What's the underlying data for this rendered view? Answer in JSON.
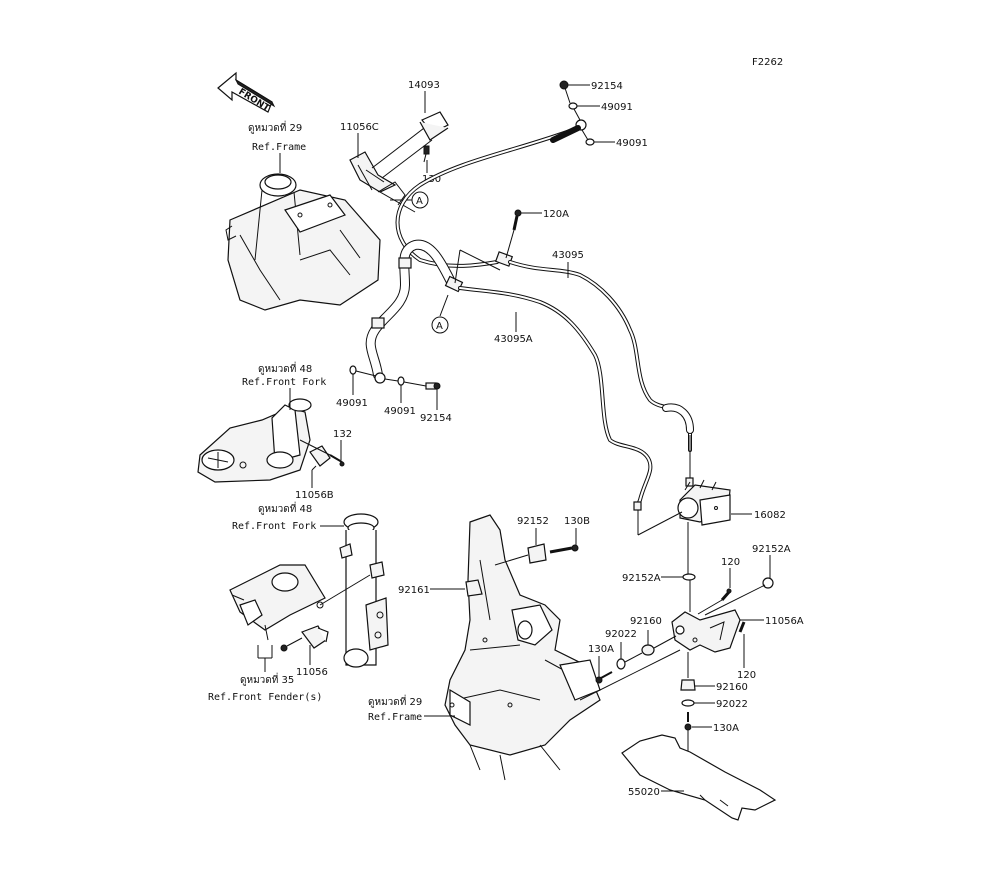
{
  "diagram": {
    "figure_code": "F2262",
    "front_arrow_label": "FRONT",
    "callout_marker": "A",
    "part_labels": {
      "p14093": "14093",
      "p11056C": "11056C",
      "p130_top": "130",
      "p92154_top": "92154",
      "p49091_a": "49091",
      "p49091_b": "49091",
      "p120A": "120A",
      "p43095": "43095",
      "p43095A": "43095A",
      "p49091_c": "49091",
      "p49091_d": "49091",
      "p92154_mid": "92154",
      "p132": "132",
      "p11056B": "11056B",
      "p11056": "11056",
      "p92152": "92152",
      "p130B": "130B",
      "p92161": "92161",
      "p16082": "16082",
      "p92152A_left": "92152A",
      "p92152A_right": "92152A",
      "p120_top": "120",
      "p11056A": "11056A",
      "p120_bottom": "120",
      "p92160_left": "92160",
      "p92022_left": "92022",
      "p130A_left": "130A",
      "p92160_right": "92160",
      "p92022_right": "92022",
      "p130A_right": "130A",
      "p55020": "55020"
    },
    "references": {
      "frame_top": {
        "thai": "ดูหมวดที่ 29",
        "en": "Ref.Frame"
      },
      "front_fork_top": {
        "thai": "ดูหมวดที่ 48",
        "en": "Ref.Front Fork"
      },
      "front_fork_mid": {
        "thai": "ดูหมวดที่ 48",
        "en": "Ref.Front Fork"
      },
      "front_fender": {
        "thai": "ดูหมวดที่ 35",
        "en": "Ref.Front Fender(s)"
      },
      "frame_bottom": {
        "thai": "ดูหมวดที่ 29",
        "en": "Ref.Frame"
      }
    }
  }
}
